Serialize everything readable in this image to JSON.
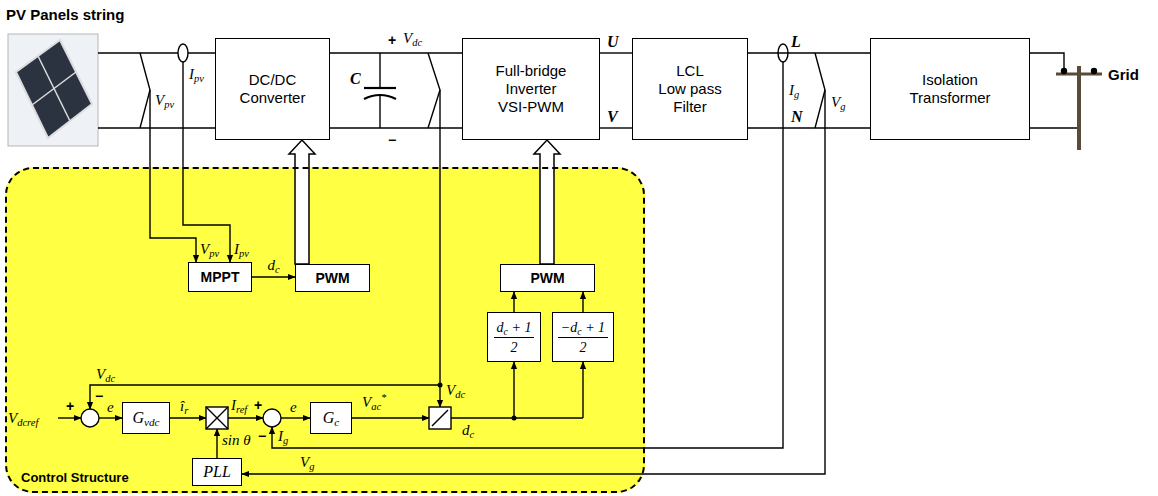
{
  "diagram": {
    "nodes": [
      {
        "text": [
          "DC/DC Converter"
        ]
      },
      {
        "text": [
          "Full-bridge Inverter VSI-PWM"
        ]
      },
      {
        "text": [
          "LCL Low pass Filter"
        ]
      },
      {
        "text": [
          "Isolation Transformer"
        ]
      },
      {
        "text": [
          "Control Structure"
        ]
      },
      {
        "text": [
          "MPPT"
        ],
        "in": 4
      },
      {
        "text": [
          "PWM"
        ],
        "in": 4
      },
      {
        "text": [
          "PWM"
        ],
        "in": 4
      },
      {
        "text": [
          "dc + 1",
          "2"
        ],
        "in": 4
      },
      {
        "text": [
          "−dc + 1",
          "2"
        ],
        "in": 4
      },
      {
        "text": [
          "Gvdc"
        ],
        "in": 4
      },
      {
        "text": [
          "Gc"
        ],
        "in": 4
      },
      {
        "text": [
          "PLL"
        ],
        "in": 4
      }
    ],
    "edges": [
      {
        "from": 0,
        "to": 1,
        "arrow": "none"
      },
      {
        "from": 0,
        "to": 1,
        "arrow": "none"
      },
      {
        "from": 1,
        "to": 2,
        "arrow": "none"
      },
      {
        "from": 1,
        "to": 2,
        "arrow": "none"
      },
      {
        "from": 2,
        "to": 3,
        "arrow": "none"
      },
      {
        "from": 2,
        "to": 3,
        "arrow": "none"
      },
      {
        "from": 5,
        "to": 6,
        "label": "dc",
        "arrow": "to"
      },
      {
        "from": 6,
        "to": 0,
        "arrow": "to"
      },
      {
        "from": 7,
        "to": 1,
        "arrow": "to"
      },
      {
        "from": 8,
        "to": 7,
        "arrow": "to"
      },
      {
        "from": 9,
        "to": 7,
        "arrow": "to"
      }
    ],
    "labels": [
      "PV Panels string",
      "Vpv",
      "Ipv",
      "C",
      "+",
      "Vdc",
      "−",
      "U",
      "V",
      "L",
      "Ig",
      "Vg",
      "N",
      "Grid",
      "Vpv",
      "Ipv",
      "Vdc",
      "Vdc",
      "Vdcref",
      "+",
      "−",
      "e",
      "îr",
      "Iref",
      "+",
      "e",
      "Vac*",
      "dc",
      "sin θ",
      "−",
      "Ig",
      "Vg"
    ]
  }
}
